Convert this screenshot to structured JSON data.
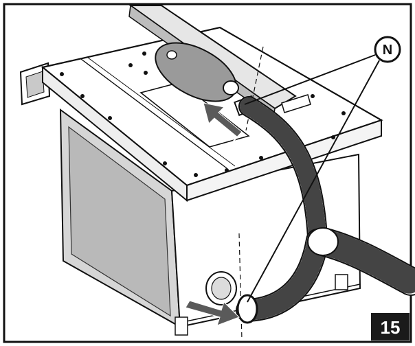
{
  "diagram": {
    "callout_label": "N",
    "figure_number": "15"
  },
  "colors": {
    "ink": "#111111",
    "paper": "#ffffff",
    "panel_gray": "#b9b9b9",
    "guard_gray": "#9a9a9a",
    "arrow_gray": "#5a5a5a",
    "badge_bg": "#1a1a1a",
    "badge_text": "#ffffff"
  },
  "icons": {
    "callout": "circled-letter",
    "arrow_top": "arrow-up-right-icon",
    "arrow_bottom": "arrow-right-icon"
  }
}
